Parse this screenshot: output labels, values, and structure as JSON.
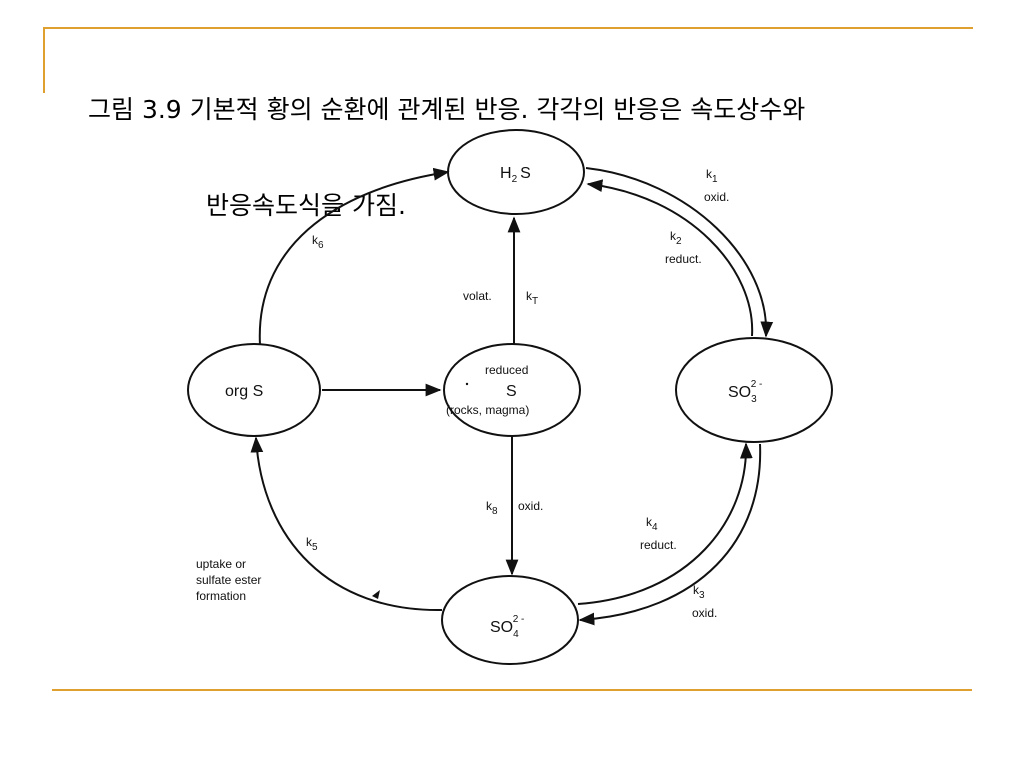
{
  "slide": {
    "title_line1": "그림 3.9 기본적 황의 순환에 관계된 반응. 각각의 반응은 속도상수와",
    "title_line2": "반응속도식을 가짐.",
    "accent_color": "#e0a030"
  },
  "diagram": {
    "nodes": {
      "h2s": {
        "main": "H",
        "sub": "2",
        "tail": "S"
      },
      "so3": {
        "main": "SO",
        "sub": "3",
        "sup": "2 -"
      },
      "so4": {
        "main": "SO",
        "sub": "4",
        "sup": "2 -"
      },
      "orgs": {
        "label": "org  S"
      },
      "reduced": {
        "line1": "reduced",
        "line2": "S",
        "line3": "(rocks,  magma)"
      }
    },
    "edges": {
      "k1": {
        "k": "k",
        "sub": "1",
        "note": "oxid."
      },
      "k2": {
        "k": "k",
        "sub": "2",
        "note": "reduct."
      },
      "k3": {
        "k": "k",
        "sub": "3",
        "note": "oxid."
      },
      "k4": {
        "k": "k",
        "sub": "4",
        "note": "reduct."
      },
      "k5": {
        "k": "k",
        "sub": "5",
        "note1": "uptake  or",
        "note2": "sulfate   ester",
        "note3": "formation"
      },
      "k6": {
        "k": "k",
        "sub": "6"
      },
      "k8": {
        "k": "k",
        "sub": "8",
        "note": "oxid."
      },
      "kT": {
        "k": "k",
        "sub": "T",
        "note": "volat."
      }
    }
  }
}
